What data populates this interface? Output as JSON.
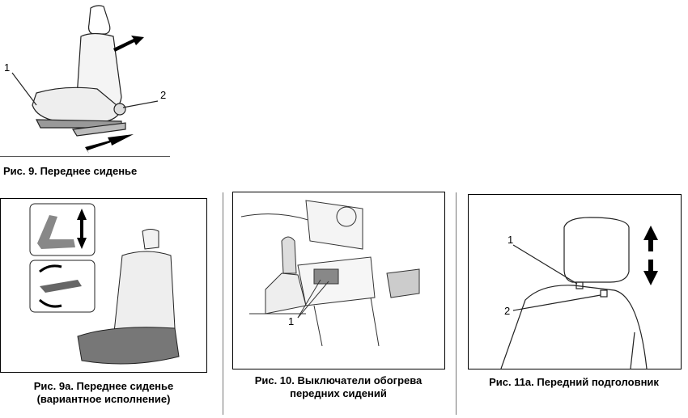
{
  "figures": [
    {
      "caption": "Рис. 9. Переднее сиденье",
      "labels": [
        "1",
        "2"
      ]
    },
    {
      "caption_line1": "Рис. 9а. Переднее сиденье",
      "caption_line2": "(вариантное исполнение)"
    },
    {
      "caption_line1": "Рис. 10. Выключатели обогрева",
      "caption_line2": "передних сидений",
      "labels": [
        "1"
      ]
    },
    {
      "caption": "Рис. 11а. Передний подголовник",
      "labels": [
        "1",
        "2"
      ]
    }
  ]
}
